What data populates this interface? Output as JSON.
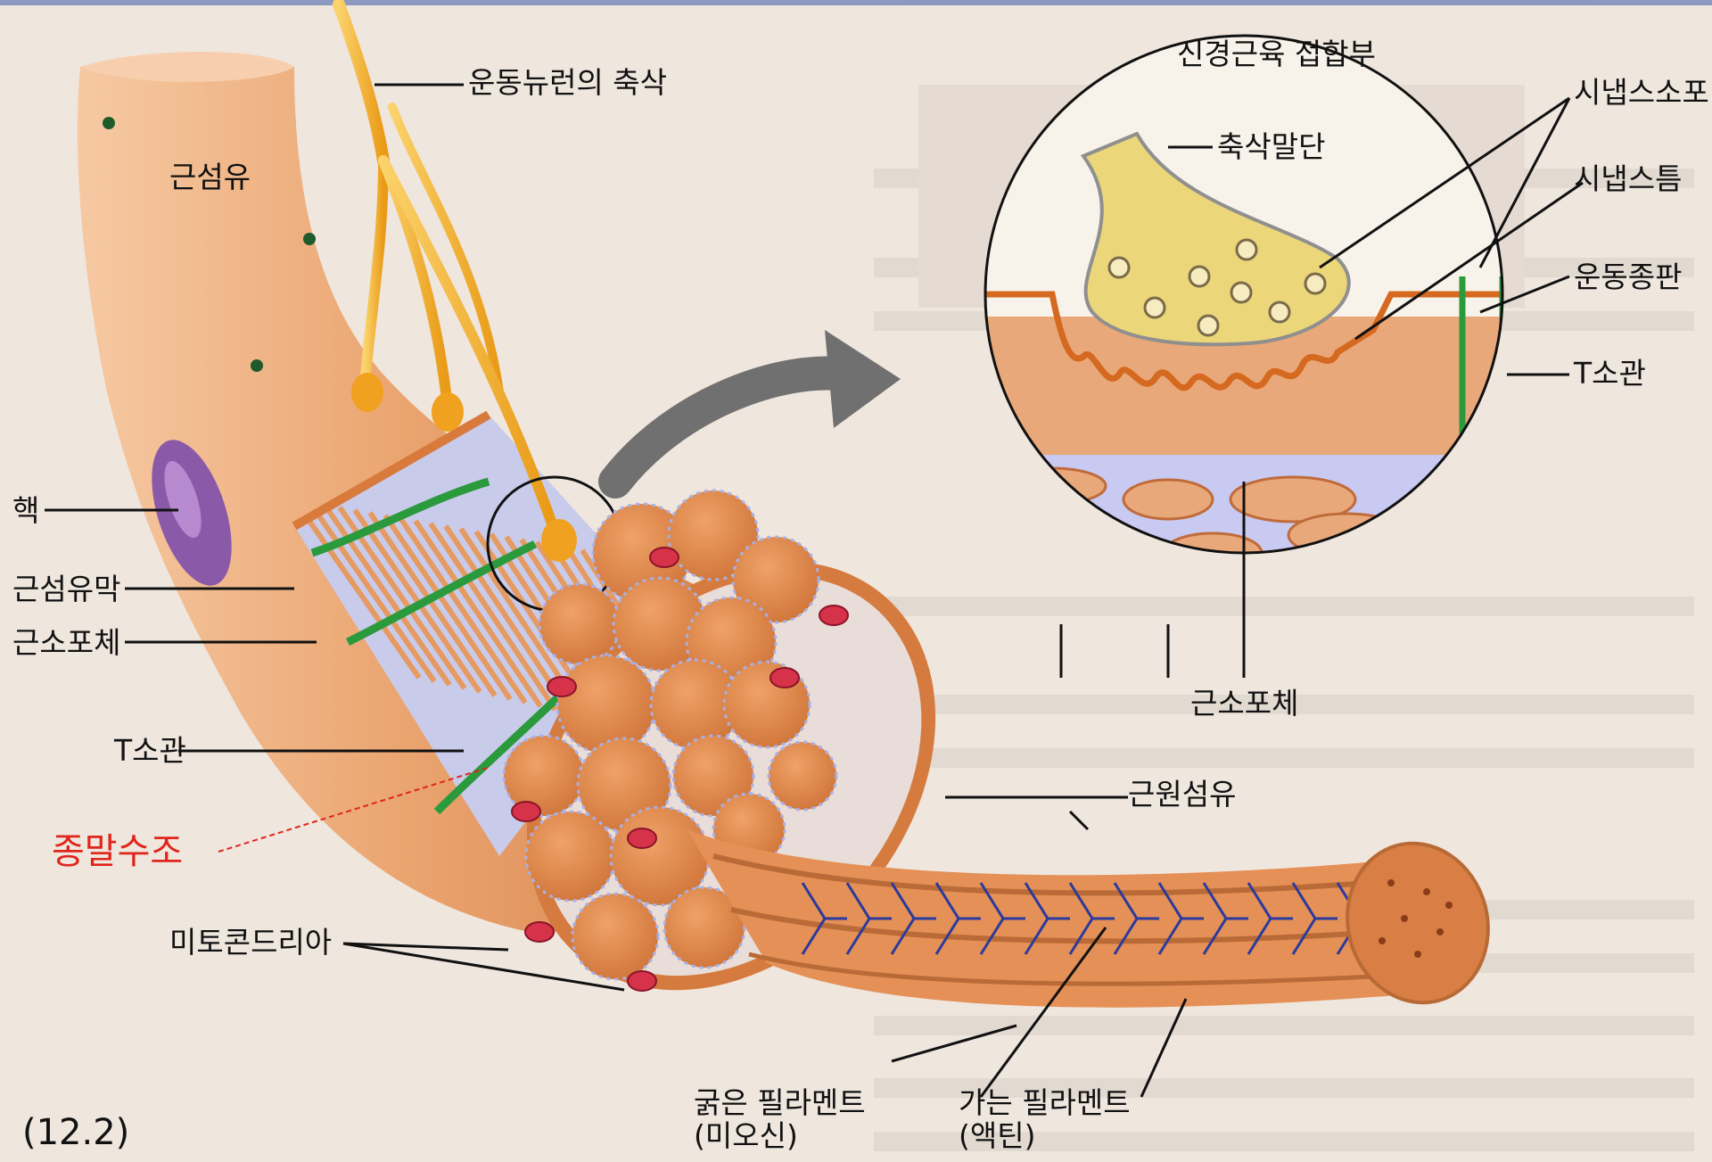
{
  "figure_number": "(12.2)",
  "labels": {
    "motor_axon": "운동뉴런의 축삭",
    "muscle_fiber": "근섬유",
    "nucleus": "핵",
    "sarcolemma": "근섬유막",
    "sarcoplasmic_reticulum": "근소포체",
    "t_tubule": "T소관",
    "terminal_cisternae": "종말수조",
    "mitochondria": "미토콘드리아",
    "thick_filament": "굵은 필라멘트",
    "thick_filament_sub": "(미오신)",
    "thin_filament": "가는 필라멘트",
    "thin_filament_sub": "(액틴)",
    "myofibril": "근원섬유",
    "nmj_title": "신경근육 접합부",
    "axon_terminal": "축삭말단",
    "synaptic_vesicle": "시냅스소포",
    "synaptic_cleft": "시냅스틈",
    "motor_end_plate": "운동종판",
    "inset_t_tubule": "T소관",
    "inset_sr": "근소포체"
  },
  "colors": {
    "annotation_red": "#e0251b",
    "fiber_orange": "#e9a06b",
    "t_tubule_green": "#2a9a3c",
    "reticulum_blue": "#7c82c8",
    "axon_yellow": "#f2b833"
  }
}
